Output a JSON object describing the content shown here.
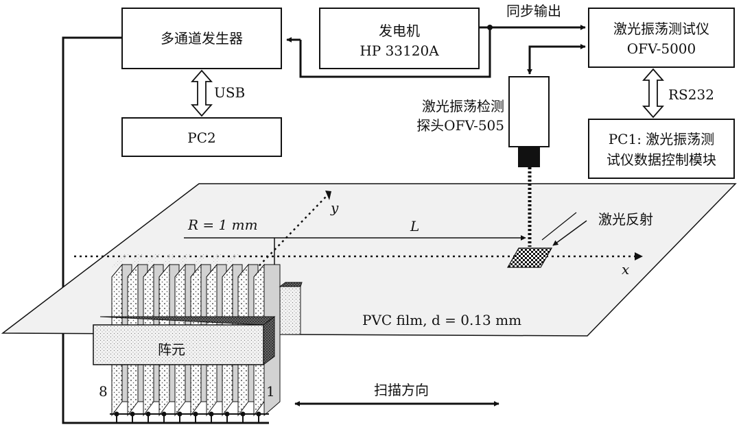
{
  "boxes": {
    "multichannel_generator": "多通道发生器",
    "generator_line1": "发电机",
    "generator_line2": "HP 33120A",
    "vibrometer_line1": "激光振荡测试仪",
    "vibrometer_line2": "OFV-5000",
    "pc2": "PC2",
    "pc1_line1": "PC1: 激光振荡测",
    "pc1_line2": "试仪数据控制模块"
  },
  "labels": {
    "sync_output": "同步输出",
    "usb": "USB",
    "rs232": "RS232",
    "probe_line1": "激光振荡检测",
    "probe_line2": "探头OFV-505",
    "laser_reflection": "激光反射",
    "film": "PVC film, d = 0.13 mm",
    "radius": "R = 1 mm",
    "distance": "L",
    "axis_x": "x",
    "axis_y": "y",
    "array": "阵元",
    "element_first": "1",
    "element_last": "8",
    "scan_direction": "扫描方向"
  },
  "colors": {
    "line": "#111111",
    "film_fill": "#f1f1f1",
    "panel_fill": "#d2d2d2",
    "box_fill": "#ffffff"
  }
}
